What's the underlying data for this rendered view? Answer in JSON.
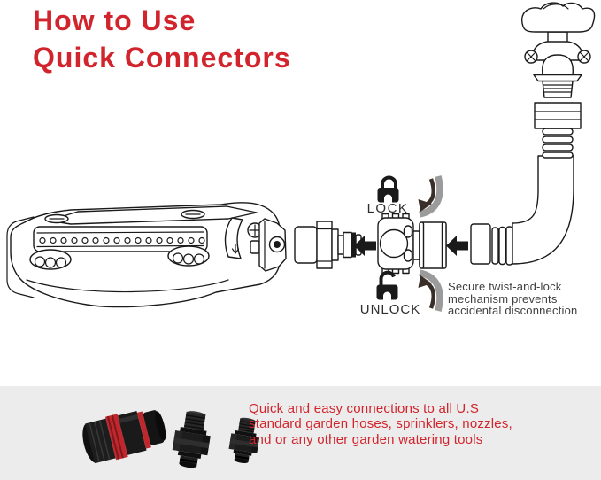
{
  "title": {
    "line1": "How to Use",
    "line2": "Quick Connectors"
  },
  "diagram": {
    "lock_label": "LOCK",
    "unlock_label": "UNLOCK",
    "note": {
      "line1": "Secure twist-and-lock",
      "line2": "mechanism prevents",
      "line3": "accidental disconnection"
    }
  },
  "footer": {
    "line1": "Quick and easy connections to all U.S",
    "line2": "standard garden hoses, sprinklers, nozzles,",
    "line3": "and or any other garden watering tools"
  },
  "icons": {
    "lock": "closed-padlock-icon",
    "unlock": "open-padlock-icon",
    "rotate_lock": "rotate-clockwise-arrow-icon",
    "rotate_unlock": "rotate-counterclockwise-arrow-icon",
    "flow": "left-arrow-icon"
  },
  "colors": {
    "accent_red": "#D2242C",
    "text_gray": "#3F3F3F",
    "footer_bg": "#ECECEC",
    "line_art": "#1A1A1A",
    "rotate_arrow_gray": "#9B9B9B"
  }
}
